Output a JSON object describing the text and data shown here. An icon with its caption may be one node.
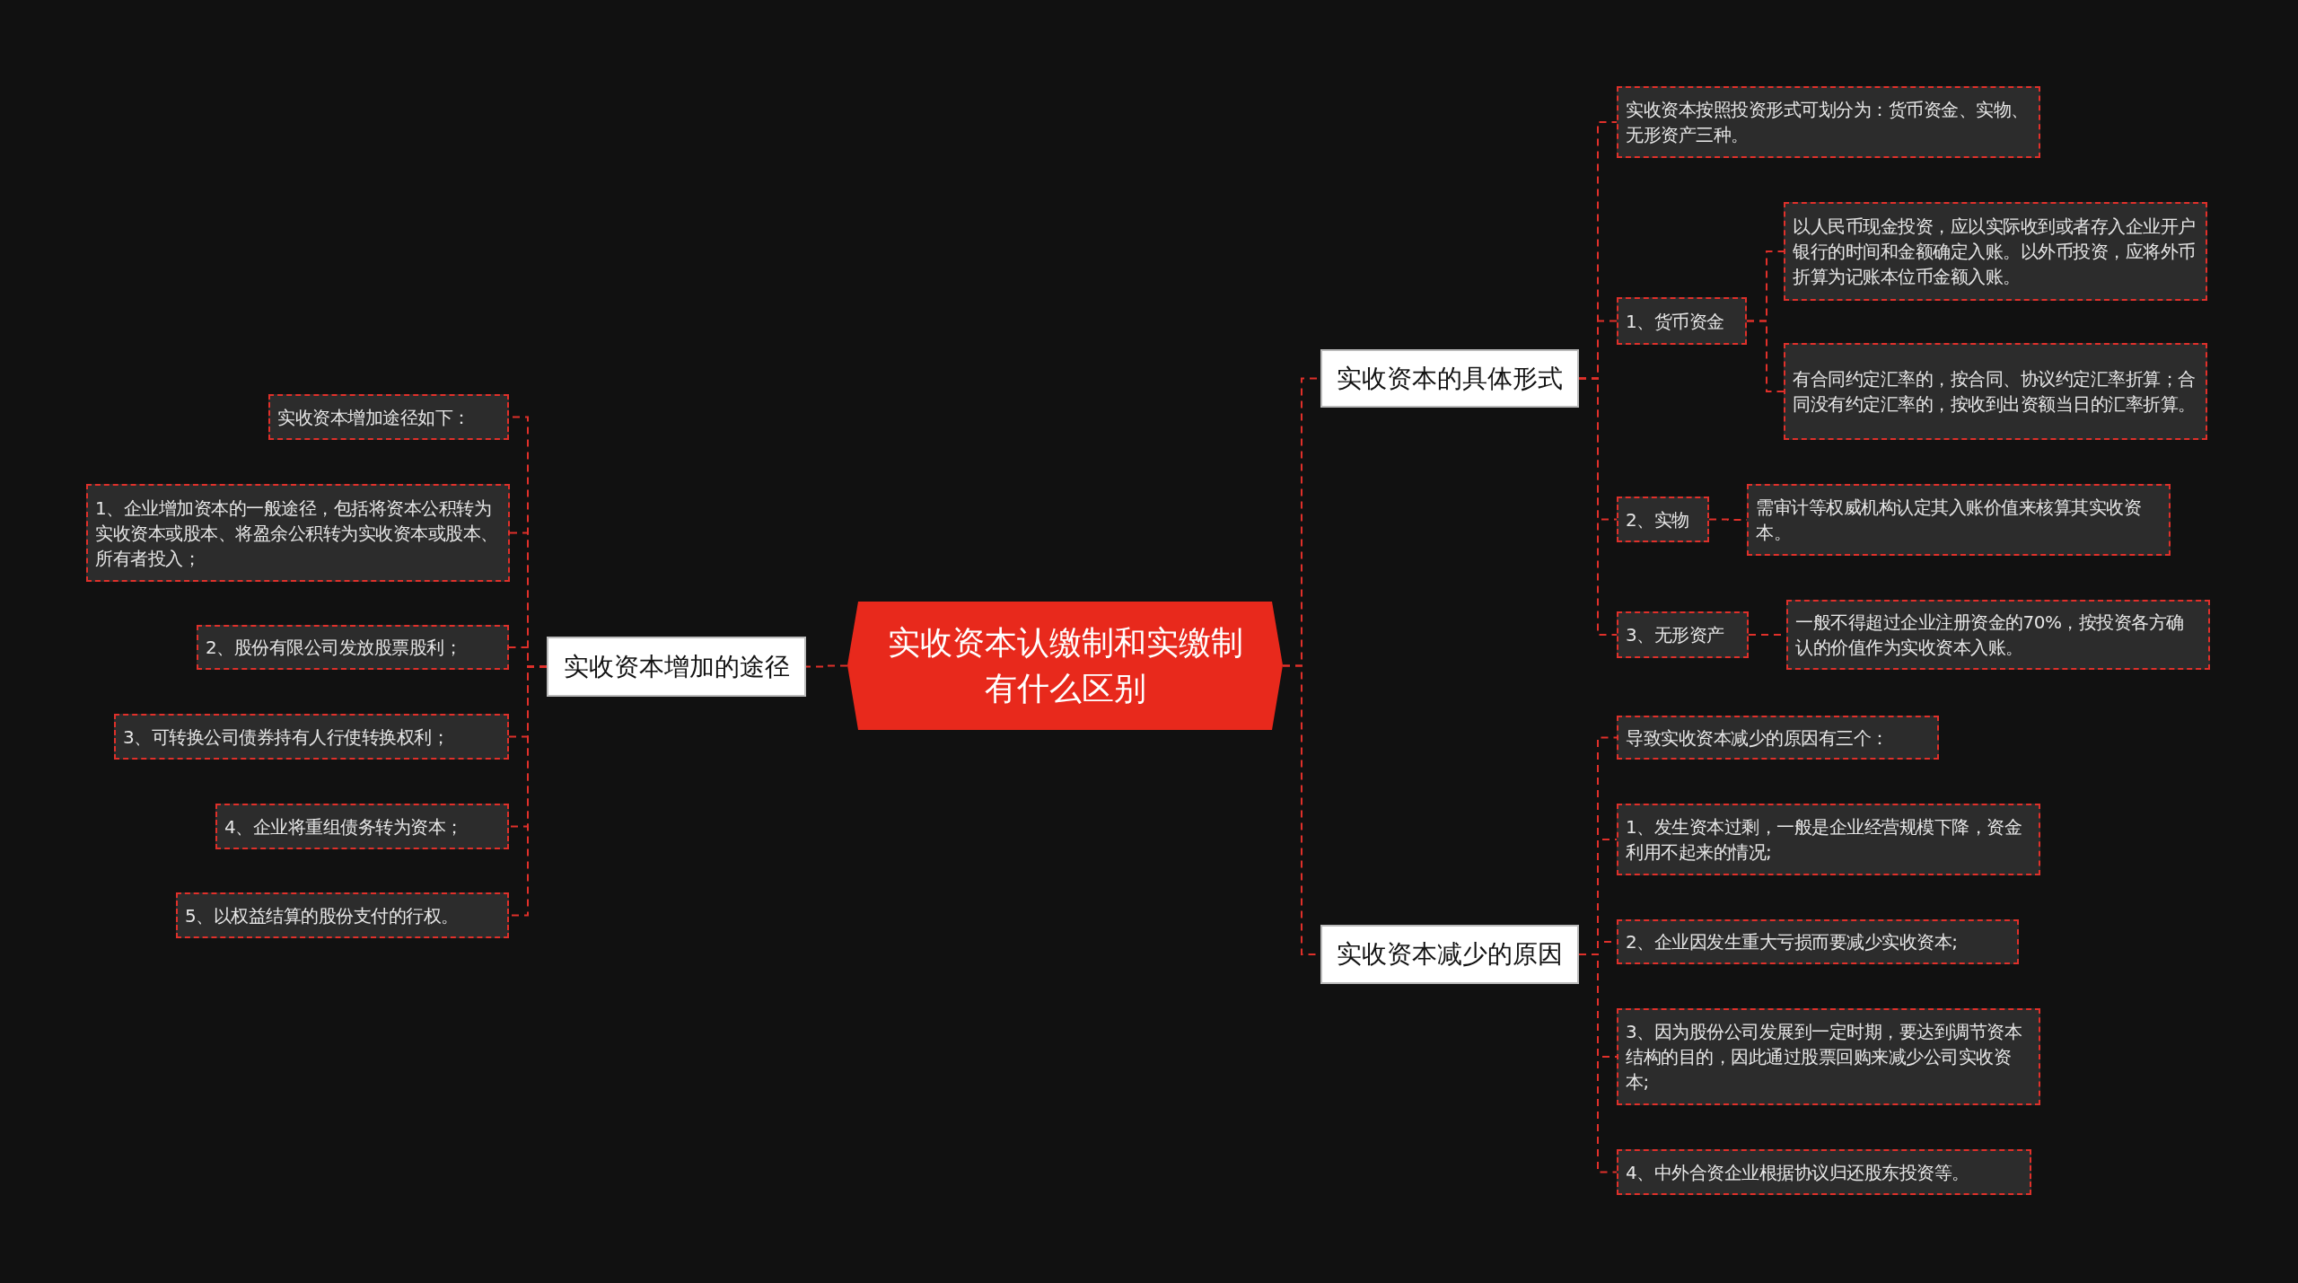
{
  "diagram": {
    "nodes": [
      {
        "text": [
          "实收资本认缴制和实缴制有什么区别"
        ]
      },
      {
        "text": [
          "实收资本的具体形式"
        ]
      },
      {
        "text": [
          "实收资本减少的原因"
        ]
      },
      {
        "text": [
          "实收资本增加的途径"
        ]
      },
      {
        "text": [
          "实收资本按照投资形式可划分为：货币资金、实物、无形资产三种。"
        ]
      },
      {
        "text": [
          "1、货币资金"
        ]
      },
      {
        "text": [
          "以人民币现金投资，应以实际收到或者存入企业开户银行的时间和金额确定入账。以外币投资，应将外币折算为记账本位币金额入账。"
        ]
      },
      {
        "text": [
          "有合同约定汇率的，按合同、协议约定汇率折算；合同没有约定汇率的，按收到出资额当日的汇率折算。"
        ]
      },
      {
        "text": [
          "2、实物"
        ]
      },
      {
        "text": [
          "需审计等权威机构认定其入账价值来核算其实收资本。"
        ]
      },
      {
        "text": [
          "3、无形资产"
        ]
      },
      {
        "text": [
          "一般不得超过企业注册资金的70%，按投资各方确认的价值作为实收资本入账。"
        ]
      },
      {
        "text": [
          "导致实收资本减少的原因有三个："
        ]
      },
      {
        "text": [
          "1、发生资本过剩，一般是企业经营规模下降，资金利用不起来的情况;"
        ]
      },
      {
        "text": [
          "2、企业因发生重大亏损而要减少实收资本;"
        ]
      },
      {
        "text": [
          "3、因为股份公司发展到一定时期，要达到调节资本结构的目的，因此通过股票回购来减少公司实收资本;"
        ]
      },
      {
        "text": [
          "4、中外合资企业根据协议归还股东投资等。"
        ]
      },
      {
        "text": [
          "实收资本增加途径如下："
        ]
      },
      {
        "text": [
          "1、企业增加资本的一般途径，包括将资本公积转为实收资本或股本、将盈余公积转为实收资本或股本、所有者投入；"
        ]
      },
      {
        "text": [
          "2、股份有限公司发放股票股利；"
        ]
      },
      {
        "text": [
          "3、可转换公司债券持有人行使转换权利；"
        ]
      },
      {
        "text": [
          "4、企业将重组债务转为资本；"
        ]
      },
      {
        "text": [
          "5、以权益结算的股份支付的行权。"
        ]
      }
    ],
    "edges": [
      {
        "from": 0,
        "to": 1,
        "arrow": "none"
      },
      {
        "from": 0,
        "to": 2,
        "arrow": "none"
      },
      {
        "from": 0,
        "to": 3,
        "arrow": "none"
      },
      {
        "from": 1,
        "to": 4,
        "arrow": "none"
      },
      {
        "from": 1,
        "to": 5,
        "arrow": "none"
      },
      {
        "from": 5,
        "to": 6,
        "arrow": "none"
      },
      {
        "from": 5,
        "to": 7,
        "arrow": "none"
      },
      {
        "from": 1,
        "to": 8,
        "arrow": "none"
      },
      {
        "from": 8,
        "to": 9,
        "arrow": "none"
      },
      {
        "from": 1,
        "to": 10,
        "arrow": "none"
      },
      {
        "from": 10,
        "to": 11,
        "arrow": "none"
      },
      {
        "from": 2,
        "to": 12,
        "arrow": "none"
      },
      {
        "from": 2,
        "to": 13,
        "arrow": "none"
      },
      {
        "from": 2,
        "to": 14,
        "arrow": "none"
      },
      {
        "from": 2,
        "to": 15,
        "arrow": "none"
      },
      {
        "from": 2,
        "to": 16,
        "arrow": "none"
      },
      {
        "from": 3,
        "to": 17,
        "arrow": "none"
      },
      {
        "from": 3,
        "to": 18,
        "arrow": "none"
      },
      {
        "from": 3,
        "to": 19,
        "arrow": "none"
      },
      {
        "from": 3,
        "to": 20,
        "arrow": "none"
      },
      {
        "from": 3,
        "to": 21,
        "arrow": "none"
      },
      {
        "from": 3,
        "to": 22,
        "arrow": "none"
      }
    ]
  }
}
